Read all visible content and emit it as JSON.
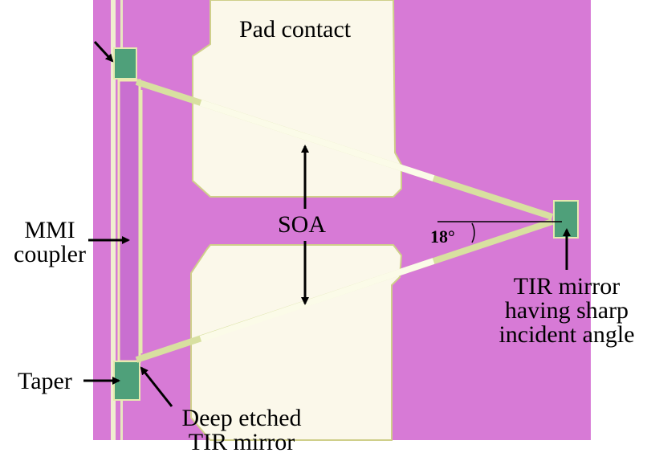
{
  "labels": {
    "pad_contact": "Pad contact",
    "mmi_line1": "MMI",
    "mmi_line2": "coupler",
    "soa": "SOA",
    "angle": "18°",
    "tir_sharp_line1": "TIR mirror",
    "tir_sharp_line2": "having sharp",
    "tir_sharp_line3": "incident angle",
    "taper": "Taper",
    "deep_line1": "Deep etched",
    "deep_line2": "TIR mirror"
  },
  "colors": {
    "substrate": "#d77ad6",
    "metal": "#fbf8ea",
    "metal_edge": "#cfcf8a",
    "waveguide": "#e6eab0",
    "mirror": "#4fa07a",
    "arrow": "#000000"
  }
}
